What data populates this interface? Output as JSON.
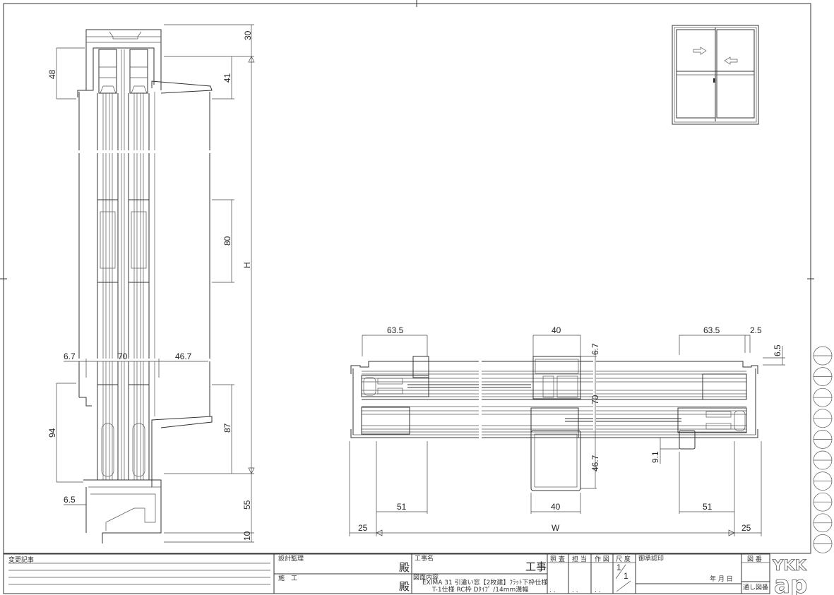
{
  "vertical_section": {
    "dims": {
      "head_top": "30",
      "head_left": "48",
      "head_right": "41",
      "meeting_rail": "80",
      "height": "H",
      "left_offset": "6.7",
      "frame_depth": "70",
      "right_offset": "46.7",
      "sill_left": "94",
      "sill_right": "87",
      "sill_step": "6.5",
      "sill_bottom": "55",
      "sill_base": "10"
    }
  },
  "horizontal_section": {
    "dims": {
      "left_sash": "63.5",
      "mullion_top": "40",
      "right_sash": "63.5",
      "right_gap": "2.5",
      "right_step": "6.5",
      "mullion_offset": "6.7",
      "mullion_depth": "70",
      "mullion_ext": "46.7",
      "right_jamb_offset": "9.1",
      "left_jamb": "51",
      "mullion_bottom": "40",
      "right_jamb": "51",
      "left_margin": "25",
      "width": "W",
      "right_margin": "25"
    }
  },
  "title_block": {
    "change_log_label": "変更記事",
    "design_supervision_label": "設計監理",
    "honorific_1": "殿",
    "construction_label": "施　工",
    "honorific_2": "殿",
    "project_name_label": "工事名",
    "project_suffix": "工事",
    "drawing_content_label": "図面内容",
    "drawing_content_line1": "EXIMA 31 引違い窓【2枚建】ﾌﾗｯﾄ下枠仕様",
    "drawing_content_line2": "T-1仕様 RC枠 Dﾀｲﾌﾟ /14mm溝幅",
    "check_label": "照 査",
    "charge_label": "担 当",
    "draft_label": "作 図",
    "scale_label": "尺 度",
    "scale_num": "1",
    "scale_den": "1",
    "approval_label": "御承認印",
    "date_label": "年 月 日",
    "drawing_no_label": "図 番",
    "serial_no_label": "通し図番",
    "date_dots": ". .",
    "logo_top": "YKK",
    "logo_bottom": "ap"
  },
  "colors": {
    "line": "#333333",
    "background": "#ffffff"
  }
}
